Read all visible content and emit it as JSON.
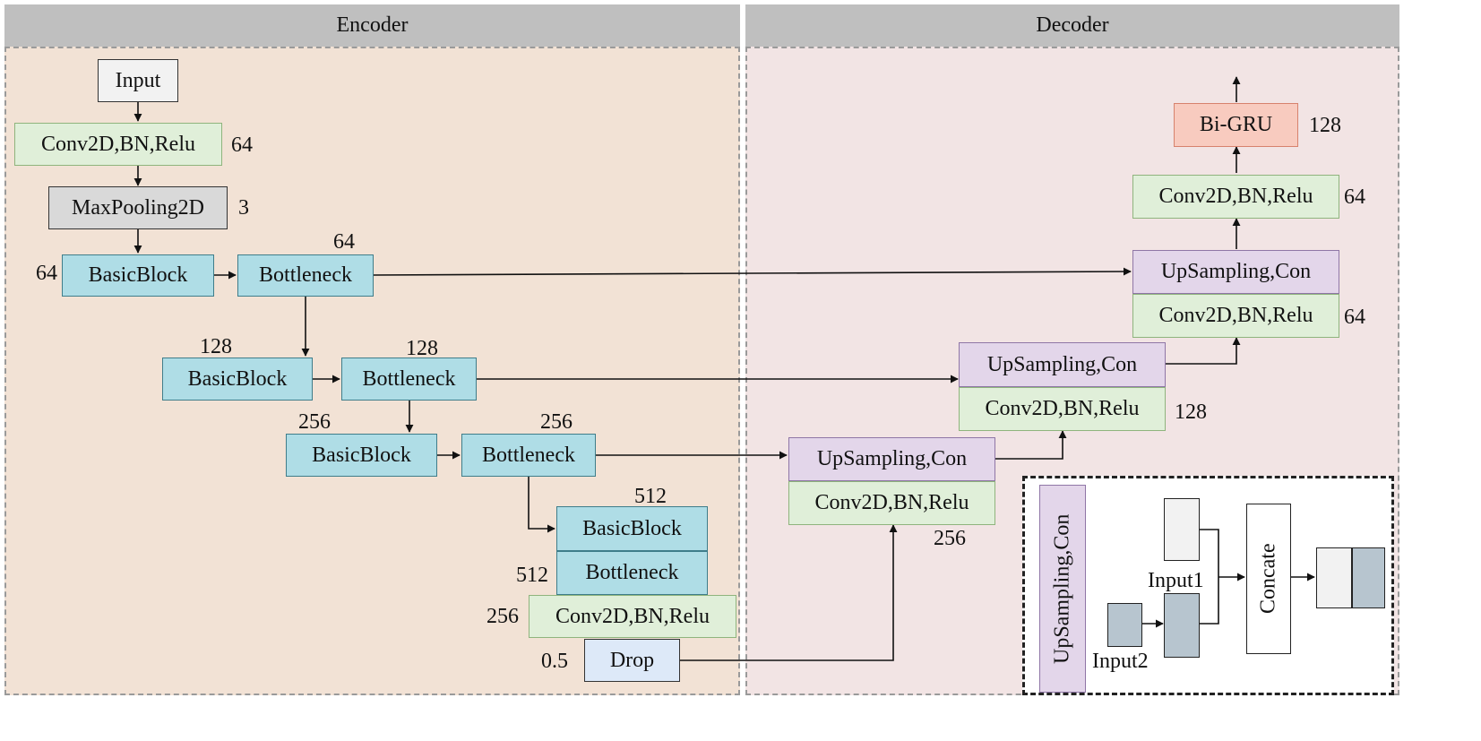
{
  "headers": {
    "encoder": "Encoder",
    "decoder": "Decoder"
  },
  "encoder": {
    "input": "Input",
    "stem_conv": {
      "label": "Conv2D,BN,Relu",
      "channels": "64"
    },
    "maxpool": {
      "label": "MaxPooling2D",
      "size": "3"
    },
    "stage1": {
      "basic": "BasicBlock",
      "bottleneck": "Bottleneck",
      "basic_channels": "64",
      "bottleneck_channels": "64"
    },
    "stage2": {
      "basic": "BasicBlock",
      "bottleneck": "Bottleneck",
      "basic_channels": "128",
      "bottleneck_channels": "128"
    },
    "stage3": {
      "basic": "BasicBlock",
      "bottleneck": "Bottleneck",
      "basic_channels": "256",
      "bottleneck_channels": "256"
    },
    "stage4": {
      "basic": "BasicBlock",
      "bottleneck": "Bottleneck",
      "basic_channels": "512",
      "bottleneck_channels": "512"
    },
    "final_conv": {
      "label": "Conv2D,BN,Relu",
      "channels": "256"
    },
    "drop": {
      "label": "Drop",
      "rate": "0.5"
    }
  },
  "decoder": {
    "up1": {
      "up_label": "UpSampling,Con",
      "conv_label": "Conv2D,BN,Relu",
      "channels": "256"
    },
    "up2": {
      "up_label": "UpSampling,Con",
      "conv_label": "Conv2D,BN,Relu",
      "channels": "128"
    },
    "up3": {
      "up_label": "UpSampling,Con",
      "conv_label": "Conv2D,BN,Relu",
      "channels": "64"
    },
    "top_conv": {
      "label": "Conv2D,BN,Relu",
      "channels": "64"
    },
    "bigru": {
      "label": "Bi-GRU",
      "channels": "128"
    }
  },
  "legend": {
    "title": "UpSampling,Con",
    "input1": "Input1",
    "input2": "Input2",
    "concat": "Concate"
  }
}
